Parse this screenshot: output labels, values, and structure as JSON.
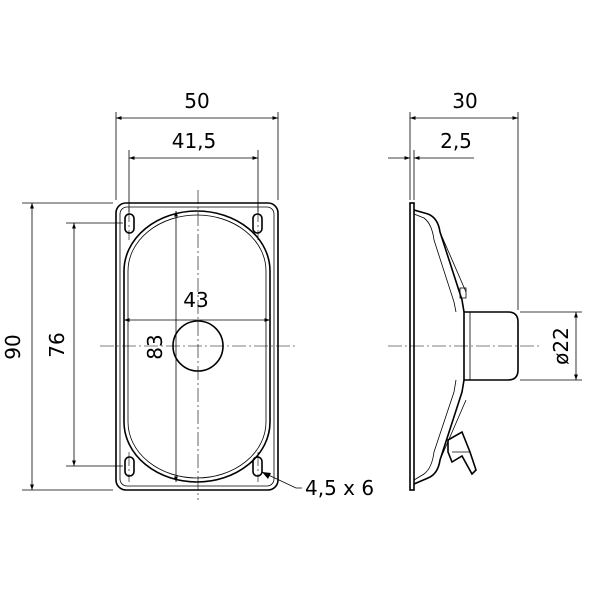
{
  "front_view": {
    "width_overall": "50",
    "hole_spacing_horizontal": "41,5",
    "height_overall": "90",
    "hole_spacing_vertical": "76",
    "opening_height": "83",
    "opening_width": "43",
    "mounting_hole_size": "4,5 x 6"
  },
  "side_view": {
    "depth_overall": "30",
    "flange_thickness": "2,5",
    "magnet_diameter": "ø22"
  }
}
